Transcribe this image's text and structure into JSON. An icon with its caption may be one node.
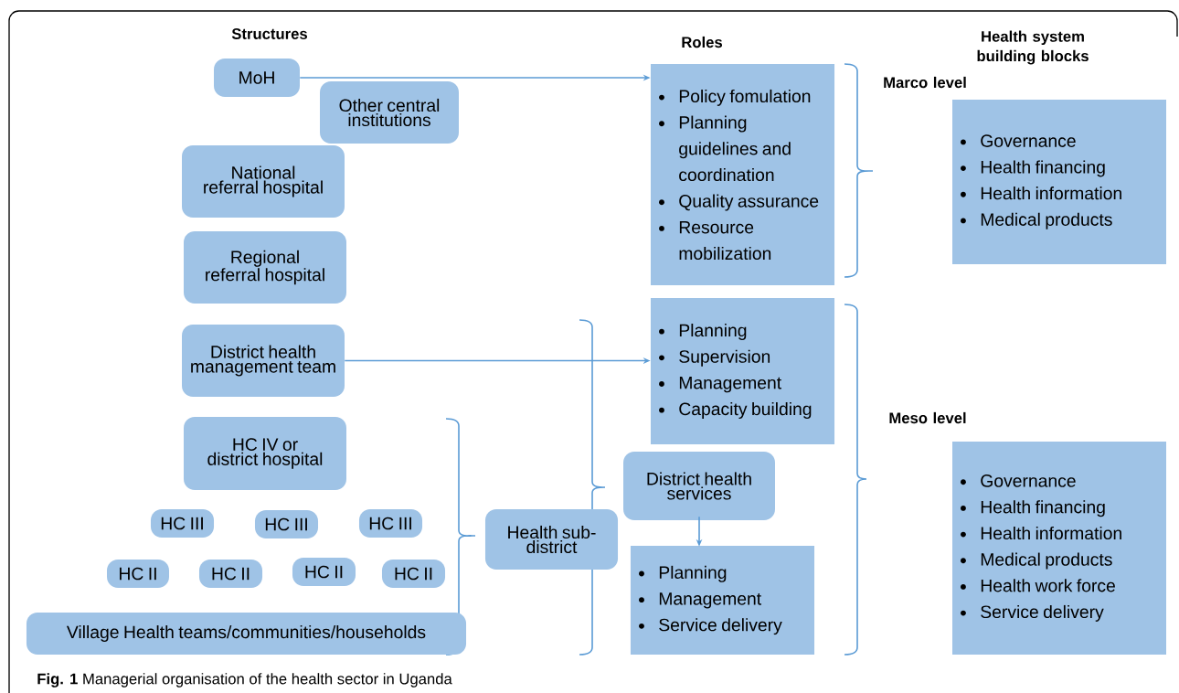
{
  "diagram": {
    "caption": "**Fig. 1** Managerial organisation of the health sector in Uganda",
    "nodes": [
      {
        "text": [
          "MoH"
        ]
      },
      {
        "text": [
          "Other central institutions"
        ]
      },
      {
        "text": [
          "National referral hospital"
        ]
      },
      {
        "text": [
          "Regional referral hospital"
        ]
      },
      {
        "text": [
          "District health management team"
        ]
      },
      {
        "text": [
          "HC IV or district hospital"
        ]
      },
      {
        "text": [
          "HC III"
        ]
      },
      {
        "text": [
          "HC III"
        ]
      },
      {
        "text": [
          "HC III"
        ]
      },
      {
        "text": [
          "HC II"
        ]
      },
      {
        "text": [
          "HC II"
        ]
      },
      {
        "text": [
          "HC II"
        ]
      },
      {
        "text": [
          "HC II"
        ]
      },
      {
        "text": [
          "Village Health teams/communities/households"
        ]
      },
      {
        "text": [
          "Health sub-district"
        ]
      },
      {
        "text": [
          "Policy fomulation",
          "Planning guidelines and coordination",
          "Quality assurance",
          "Resource mobilization"
        ]
      },
      {
        "text": [
          "Planning",
          "Supervision",
          "Management",
          "Capacity building"
        ]
      },
      {
        "text": [
          "District health services"
        ]
      },
      {
        "text": [
          "Planning",
          "Management",
          "Service delivery"
        ]
      },
      {
        "text": [
          "Governance",
          "Health financing",
          "Health information",
          "Medical products"
        ]
      },
      {
        "text": [
          "Governance",
          "Health financing",
          "Health information",
          "Medical products",
          "Health work force",
          "Service delivery"
        ]
      }
    ],
    "edges": [
      {
        "from": 0,
        "to": 15,
        "arrow": "to"
      },
      {
        "from": 4,
        "to": 16,
        "arrow": "to"
      },
      {
        "from": 17,
        "to": 18,
        "arrow": "to"
      }
    ],
    "labels": [
      "Structures",
      "Roles",
      "Health system building blocks",
      "Marco level",
      "Meso level"
    ]
  }
}
